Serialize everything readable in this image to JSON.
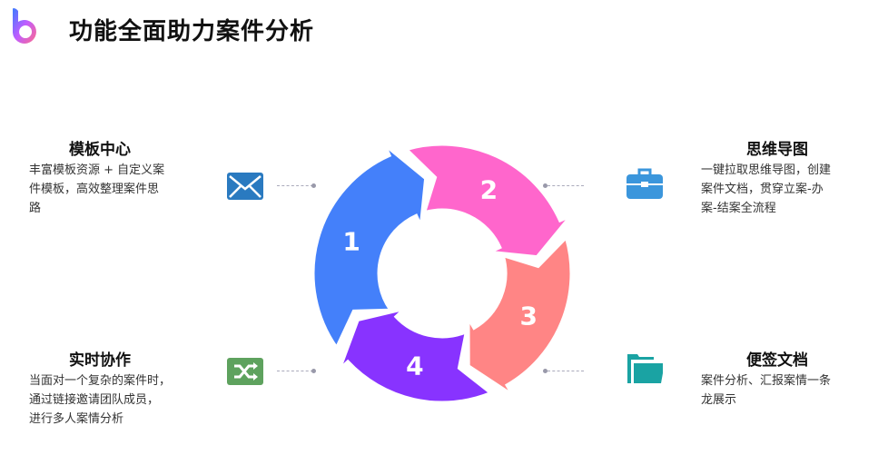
{
  "header": {
    "title": "功能全面助力案件分析",
    "logo_icon": "b-logo-icon"
  },
  "features": [
    {
      "number": "1",
      "title": "模板中心",
      "desc_lines": [
        "丰富模板资源 + 自定义案",
        "件模板，高效整理案件思",
        "路"
      ],
      "icon": "envelope-icon",
      "color": "#4480fa",
      "icon_color": "#2a7ac0"
    },
    {
      "number": "2",
      "title": "思维导图",
      "desc_lines": [
        "一键拉取思维导图，创建",
        "案件文档，贯穿立案-办",
        "案-结案全流程"
      ],
      "icon": "briefcase-icon",
      "color": "#ff66cc",
      "icon_color": "#3b96dc"
    },
    {
      "number": "3",
      "title": "便签文档",
      "desc_lines": [
        "案件分析、汇报案情一条",
        "龙展示"
      ],
      "icon": "folder-icon",
      "color": "#ff8585",
      "icon_color": "#1aa3a3"
    },
    {
      "number": "4",
      "title": "实时协作",
      "desc_lines": [
        "当面对一个复杂的案件时，",
        "通过链接邀请团队成员，",
        "进行多人案情分析"
      ],
      "icon": "shuffle-icon",
      "color": "#8833ff",
      "icon_color": "#5ea25e"
    }
  ]
}
